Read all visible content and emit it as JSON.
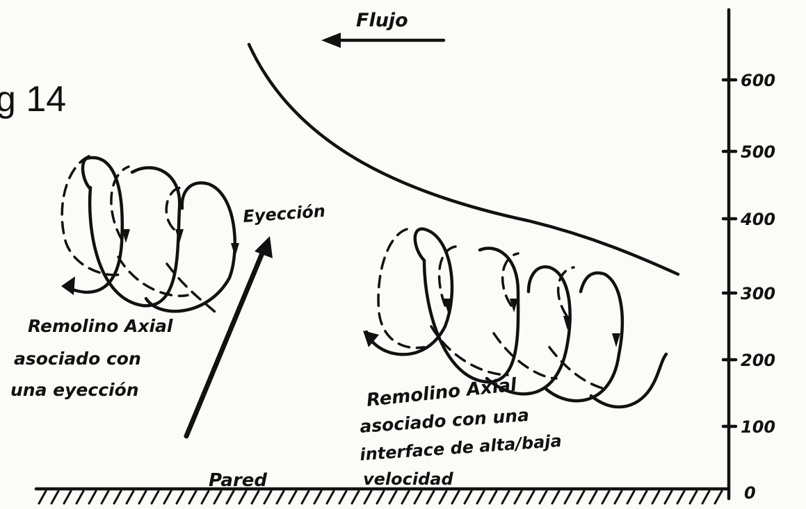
{
  "figure": {
    "title": "g 14",
    "flow_label": "Flujo",
    "ejection_label": "Eyección",
    "left_vortex_label": [
      "Remolino Axial",
      "asociado con",
      "una eyección"
    ],
    "right_vortex_label": [
      "Remolino Axial",
      "asociado con una",
      "interface de alta/baja",
      "velocidad"
    ],
    "wall_label": "Pared",
    "axis_ticks": [
      "600",
      "500",
      "400",
      "300",
      "200",
      "100",
      "0"
    ]
  }
}
